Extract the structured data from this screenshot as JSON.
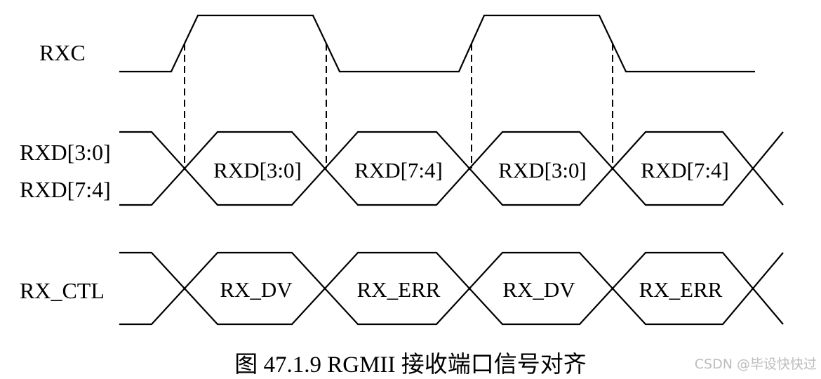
{
  "signals": {
    "rxc": "RXC",
    "rxd_line1": "RXD[3:0]",
    "rxd_line2": "RXD[7:4]",
    "rx_ctl": "RX_CTL"
  },
  "rxd_cells": [
    "RXD[3:0]",
    "RXD[7:4]",
    "RXD[3:0]",
    "RXD[7:4]"
  ],
  "ctl_cells": [
    "RX_DV",
    "RX_ERR",
    "RX_DV",
    "RX_ERR"
  ],
  "caption": "图  47.1.9 RGMII 接收端口信号对齐",
  "watermark": "CSDN @毕设快快过"
}
